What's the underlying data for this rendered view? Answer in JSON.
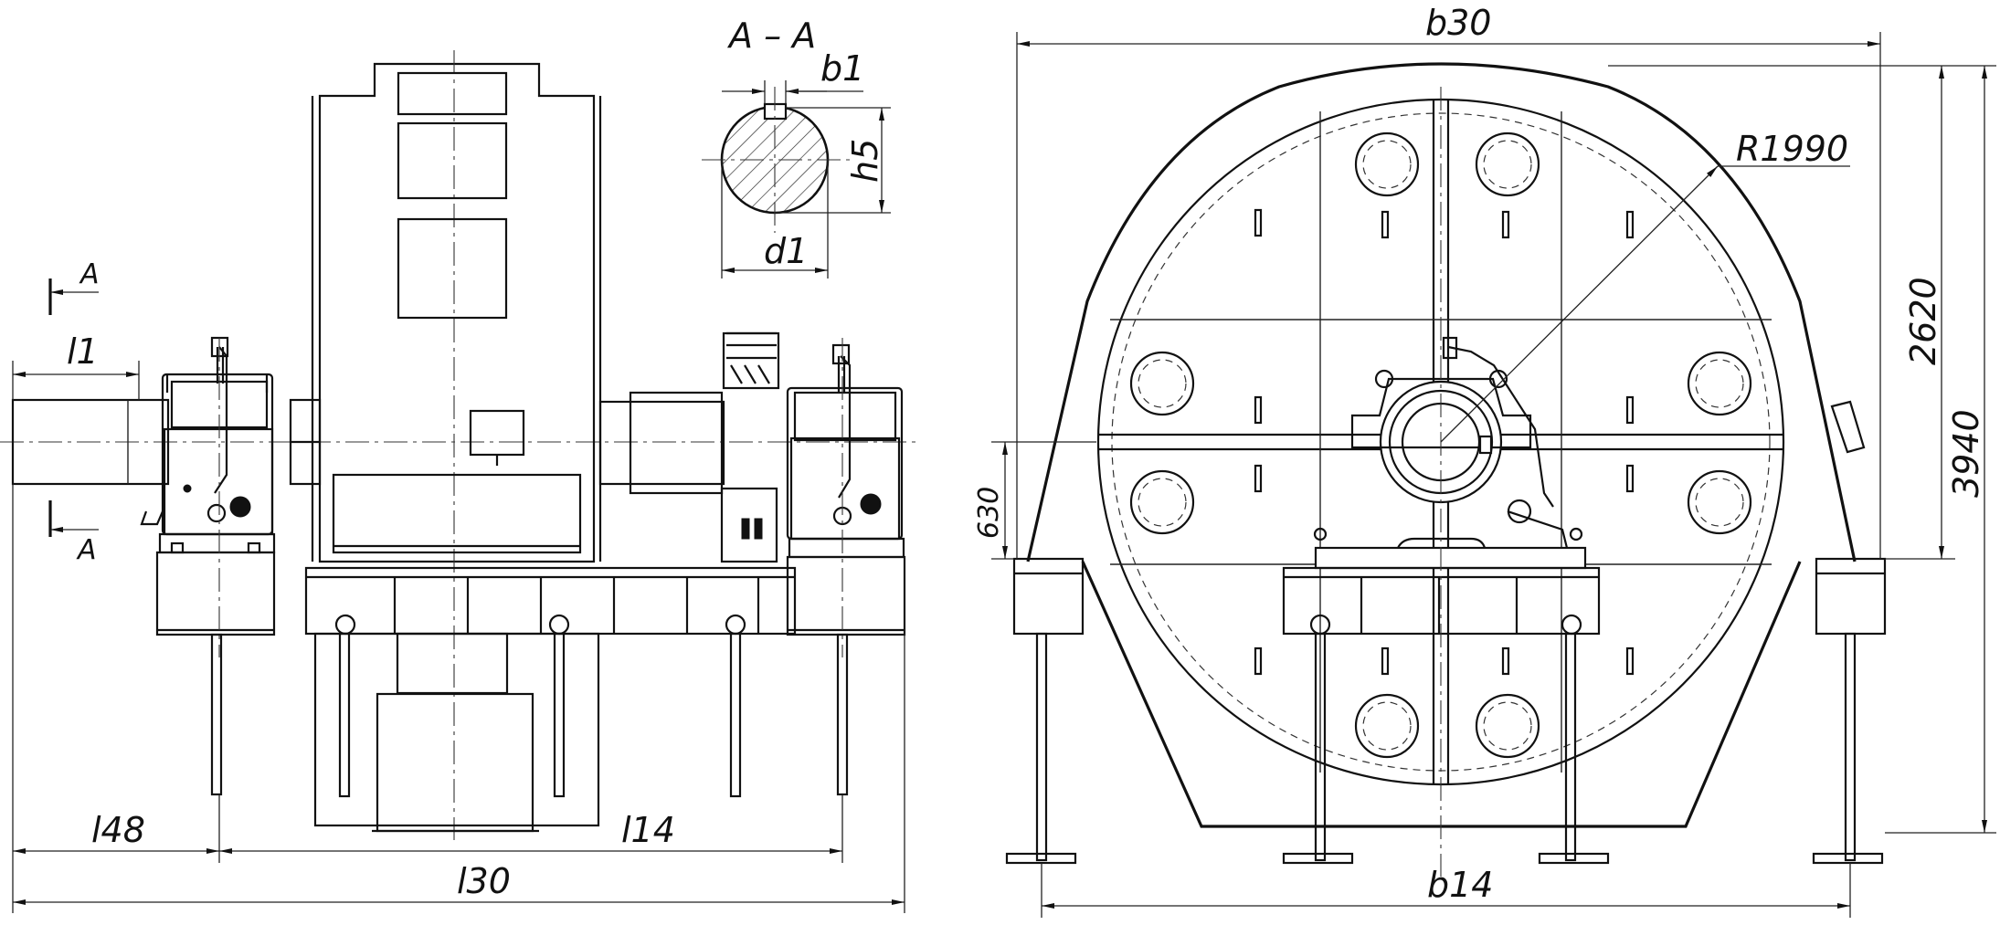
{
  "section_title": "A – A",
  "section_marker": "A",
  "labels": {
    "b1": "b1",
    "h5": "h5",
    "d1": "d1",
    "l1": "l1",
    "l48": "l48",
    "l14": "l14",
    "l30": "l30",
    "b30": "b30",
    "b14": "b14",
    "r1990": "R1990",
    "d630": "630",
    "d2620": "2620",
    "d3940": "3940"
  }
}
